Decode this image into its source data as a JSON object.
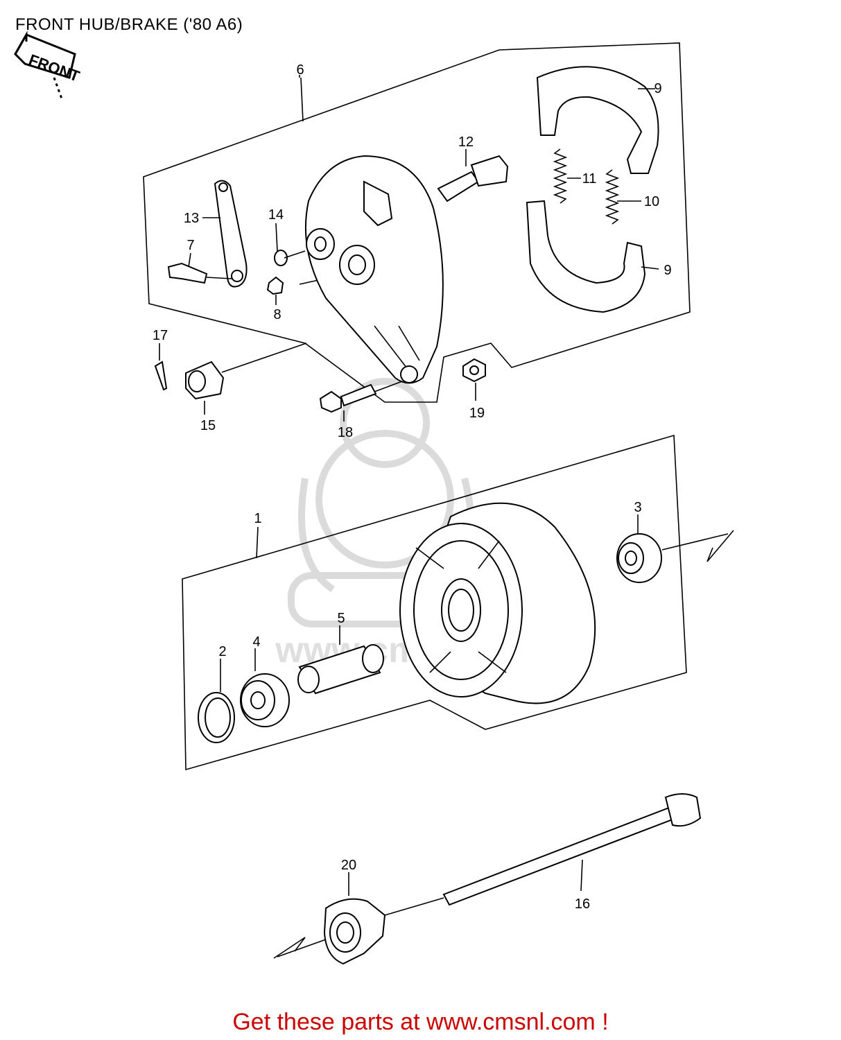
{
  "title": "FRONT HUB/BRAKE ('80 A6)",
  "front_badge": "FRONT",
  "footer": "Get these parts at www.cmsnl.com !",
  "callouts": {
    "c1": "1",
    "c2": "2",
    "c3": "3",
    "c4": "4",
    "c5": "5",
    "c6": "6",
    "c7": "7",
    "c8": "8",
    "c9a": "9",
    "c9b": "9",
    "c10": "10",
    "c11": "11",
    "c12": "12",
    "c13": "13",
    "c14": "14",
    "c15": "15",
    "c16": "16",
    "c17": "17",
    "c18": "18",
    "c19": "19",
    "c20": "20"
  },
  "watermark": "www.cmsnl.com"
}
